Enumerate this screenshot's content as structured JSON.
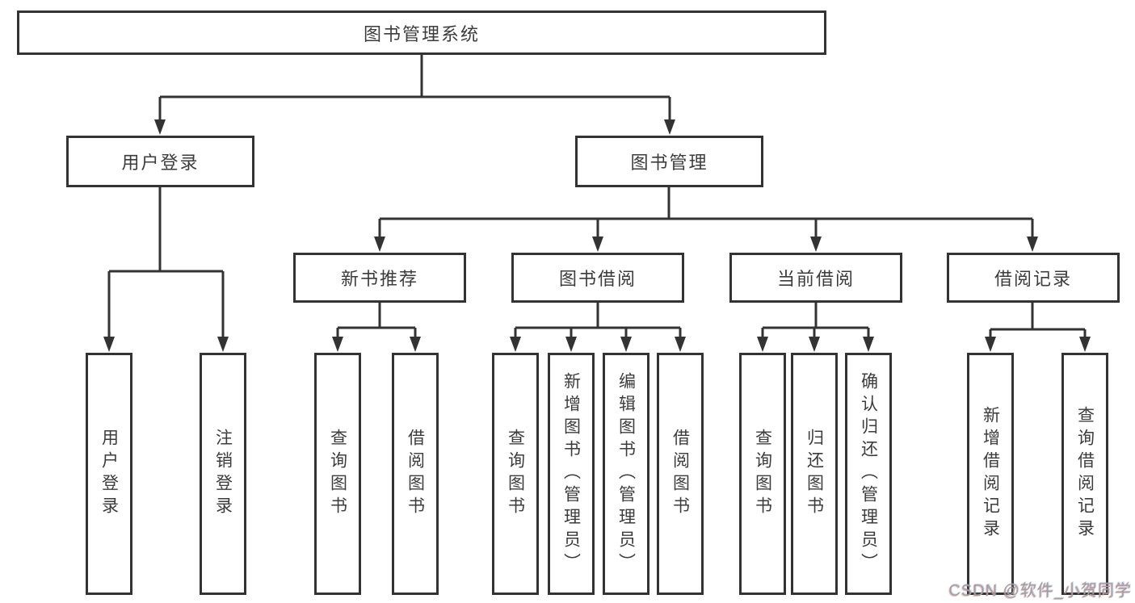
{
  "diagram": {
    "type": "hierarchy-tree",
    "orientation": "top-down"
  },
  "tree": {
    "label": "图书管理系统",
    "children": [
      {
        "label": "用户登录",
        "children": [
          {
            "label": "用户登录"
          },
          {
            "label": "注销登录"
          }
        ]
      },
      {
        "label": "图书管理",
        "children": [
          {
            "label": "新书推荐",
            "children": [
              {
                "label": "查询图书"
              },
              {
                "label": "借阅图书"
              }
            ]
          },
          {
            "label": "图书借阅",
            "children": [
              {
                "label": "查询图书"
              },
              {
                "label": "新增图书（管理员）"
              },
              {
                "label": "编辑图书（管理员）"
              },
              {
                "label": "借阅图书"
              }
            ]
          },
          {
            "label": "当前借阅",
            "children": [
              {
                "label": "查询图书"
              },
              {
                "label": "归还图书"
              },
              {
                "label": "确认归还（管理员）"
              }
            ]
          },
          {
            "label": "借阅记录",
            "children": [
              {
                "label": "新增借阅记录"
              },
              {
                "label": "查询借阅记录"
              }
            ]
          }
        ]
      }
    ]
  },
  "watermark": {
    "text": "CSDN @软件_小贺同学"
  },
  "colors": {
    "line": "#333333",
    "box_border": "#333333",
    "box_fill": "#ffffff",
    "text": "#3c3c3c",
    "watermark": "#a0a0a0",
    "background": "#ffffff"
  }
}
